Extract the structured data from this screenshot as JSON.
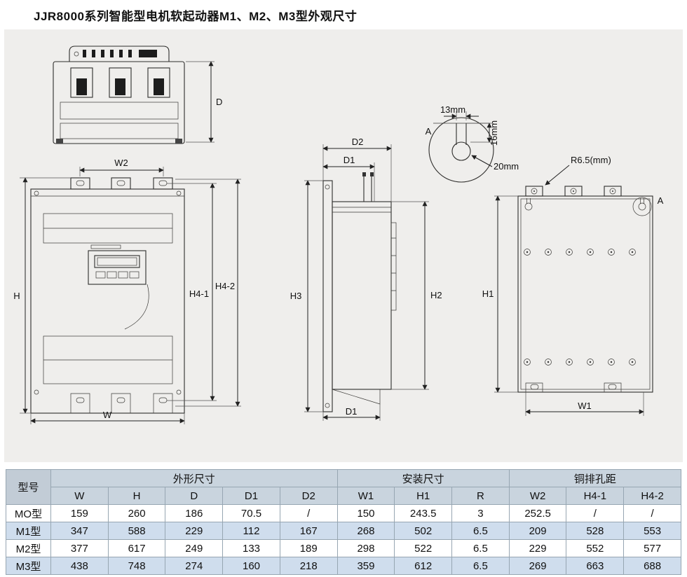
{
  "page": {
    "title": "JJR8000系列智能型电机软起动器M1、M2、M3型外观尺寸"
  },
  "diagram": {
    "labels": {
      "d": "D",
      "w2": "W2",
      "h": "H",
      "h4_1": "H4-1",
      "h4_2": "H4-2",
      "w": "W",
      "d2": "D2",
      "d1_top": "D1",
      "h3": "H3",
      "h2": "H2",
      "d1_bottom": "D1",
      "h1": "H1",
      "w1": "W1",
      "r_note": "R6.5(mm)",
      "detail_a": "A",
      "ref_a": "A",
      "mm13": "13mm",
      "mm16": "16mm",
      "mm20": "20mm"
    }
  },
  "table": {
    "model_header": "型号",
    "groups": [
      {
        "label": "外形尺寸"
      },
      {
        "label": "安装尺寸"
      },
      {
        "label": "铜排孔距"
      }
    ],
    "sub_headers": [
      "W",
      "H",
      "D",
      "D1",
      "D2",
      "W1",
      "H1",
      "R",
      "W2",
      "H4-1",
      "H4-2"
    ],
    "rows": [
      {
        "model": "MO型",
        "values": [
          "159",
          "260",
          "186",
          "70.5",
          "/",
          "150",
          "243.5",
          "3",
          "252.5",
          "/",
          "/"
        ]
      },
      {
        "model": "M1型",
        "values": [
          "347",
          "588",
          "229",
          "112",
          "167",
          "268",
          "502",
          "6.5",
          "209",
          "528",
          "553"
        ]
      },
      {
        "model": "M2型",
        "values": [
          "377",
          "617",
          "249",
          "133",
          "189",
          "298",
          "522",
          "6.5",
          "229",
          "552",
          "577"
        ]
      },
      {
        "model": "M3型",
        "values": [
          "438",
          "748",
          "274",
          "160",
          "218",
          "359",
          "612",
          "6.5",
          "269",
          "663",
          "688"
        ]
      }
    ]
  }
}
